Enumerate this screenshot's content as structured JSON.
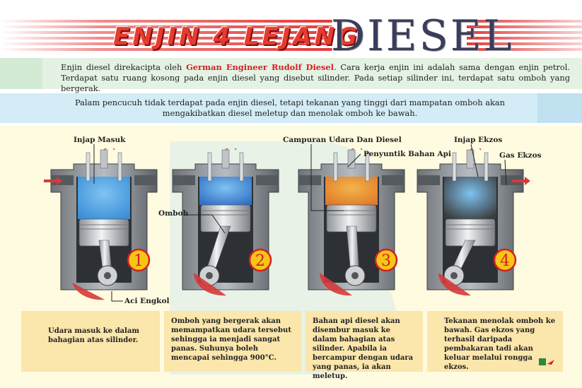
{
  "header": {
    "title_left": "ENJIN 4 LEJANG",
    "title_right": "DIESEL"
  },
  "intro": {
    "part1": "Enjin diesel direkacipta oleh ",
    "highlight": "German Engineer Rudolf Diesel",
    "part2": ". Cara kerja enjin ini adalah sama dengan enjin petrol. Terdapat satu ruang kosong pada enjin diesel yang disebut silinder. Pada setiap silinder ini, terdapat satu omboh yang bergerak.",
    "highlight_color": "#d42020"
  },
  "note": "Palam pencucuh tidak terdapat pada enjin diesel, tetapi tekanan yang tinggi dari mampatan omboh akan mengakibatkan diesel meletup dan menolak omboh ke bawah.",
  "labels": {
    "injap_masuk": "Injap Masuk",
    "omboh": "Omboh",
    "aci_engkol": "Aci Engkol",
    "campuran": "Campuran Udara Dan Diesel",
    "penyuntik": "Penyuntik Bahan Api",
    "injap_ekzos": "Injap Ekzos",
    "gas_ekzos": "Gas Ekzos"
  },
  "steps": [
    {
      "number": "1",
      "chamber_color": "#3b8fd6",
      "caption": "Udara masuk ke dalam bahagian atas silinder."
    },
    {
      "number": "2",
      "chamber_color": "#2f6fc4",
      "caption": "Omboh yang bergerak akan memampatkan udara tersebut sehingga ia menjadi sangat panas. Suhunya boleh mencapai sehingga 900°C."
    },
    {
      "number": "3",
      "chamber_color": "#e0792a",
      "caption": "Bahan api diesel akan disembur masuk ke dalam bahagian atas silinder. Apabila ia bercampur dengan udara yang panas, ia akan meletup."
    },
    {
      "number": "4",
      "chamber_color": "#3a3a3a",
      "caption": "Tekanan menolak omboh ke bawah. Gas ekzos yang terhasil daripada pembakaran tadi akan keluar melalui rongga ekzos."
    }
  ],
  "colors": {
    "accent_red": "#e63b2e",
    "title_navy": "#3a3d5c",
    "badge_yellow": "#f5c518",
    "caption_bg": "#fbe6ac"
  }
}
